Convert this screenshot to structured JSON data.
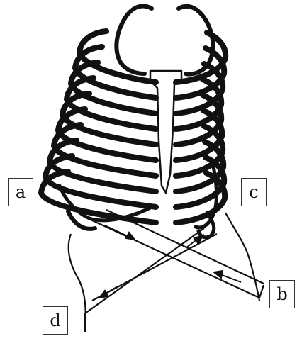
{
  "labels": {
    "a": "a",
    "b": "b",
    "c": "c",
    "d": "d"
  },
  "colors": {
    "ink": "#111111",
    "paper": "#ffffff",
    "box_border": "#333333"
  },
  "icons": {
    "arrow": "arrow-icon"
  }
}
